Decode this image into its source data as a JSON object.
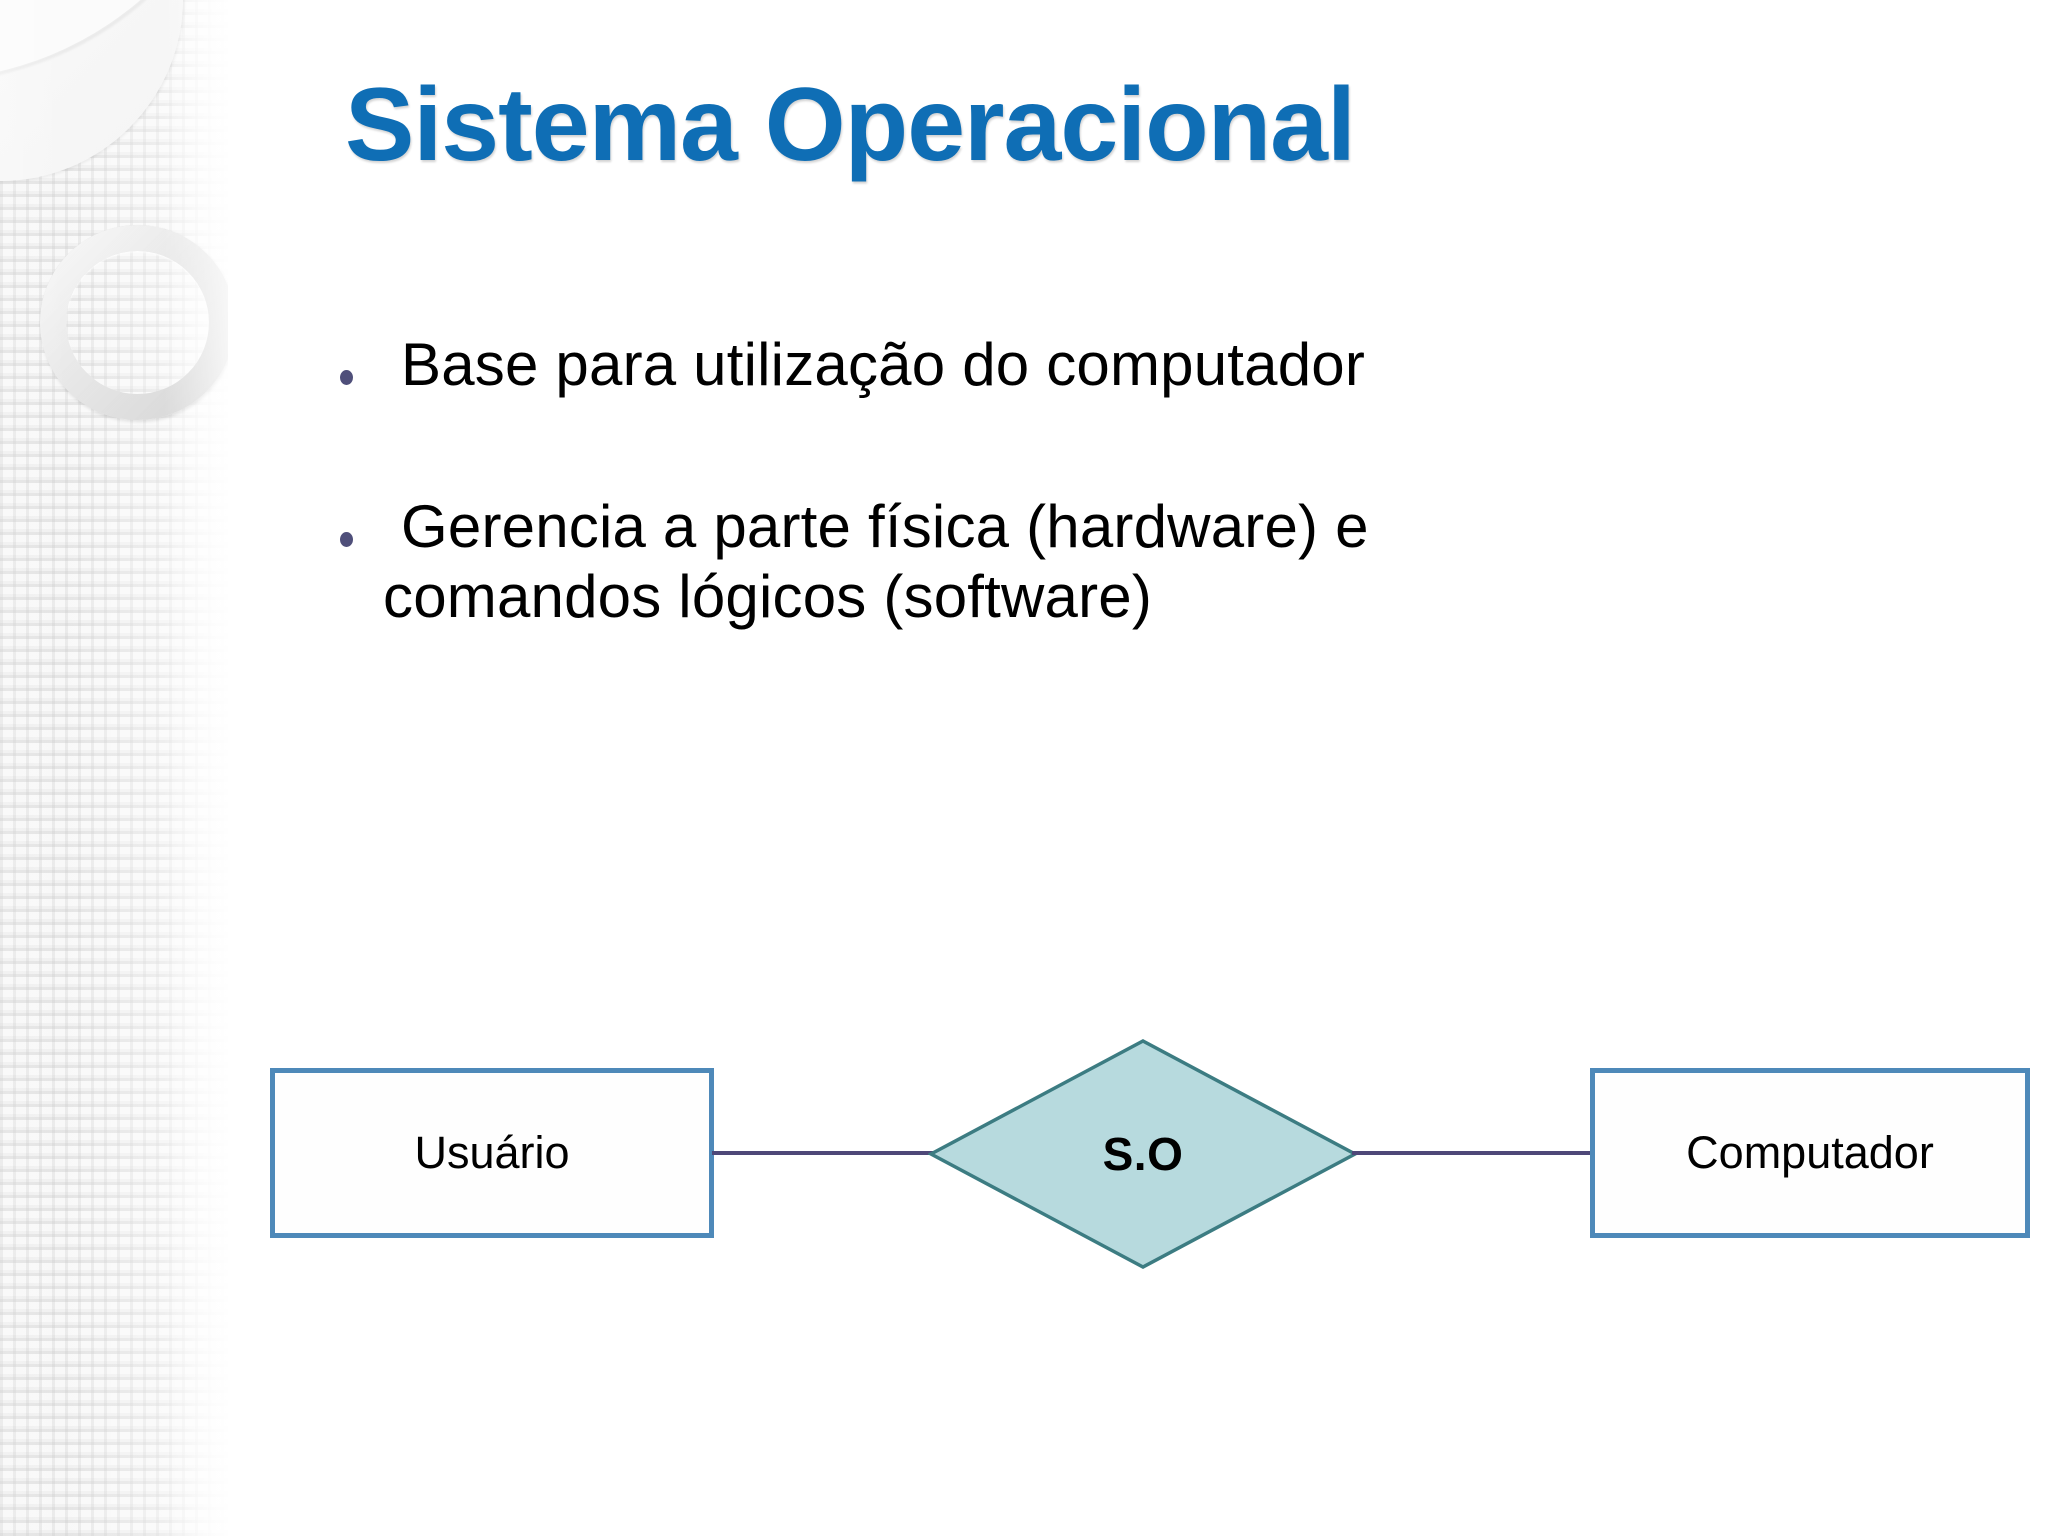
{
  "slide": {
    "title": "Sistema Operacional",
    "bullets": [
      {
        "text": "Base para utilização do computador",
        "line2": ""
      },
      {
        "text": "Gerencia a parte física (hardware) e",
        "line2": "comandos lógicos (software)"
      }
    ],
    "diagram": {
      "left_node": "Usuário",
      "center_node": "S.O",
      "right_node": "Computador"
    }
  },
  "colors": {
    "title_blue": "#0F6EB5",
    "box_border_blue": "#4E89B9",
    "diamond_fill": "#B7DADE",
    "diamond_border": "#3C7C82",
    "connector": "#4E4878",
    "bullet_dot": "#4F4F7A",
    "sidebar_bg": "#F7F7F7",
    "ring_grey": "#DCDCDC",
    "body_text": "#000000"
  }
}
